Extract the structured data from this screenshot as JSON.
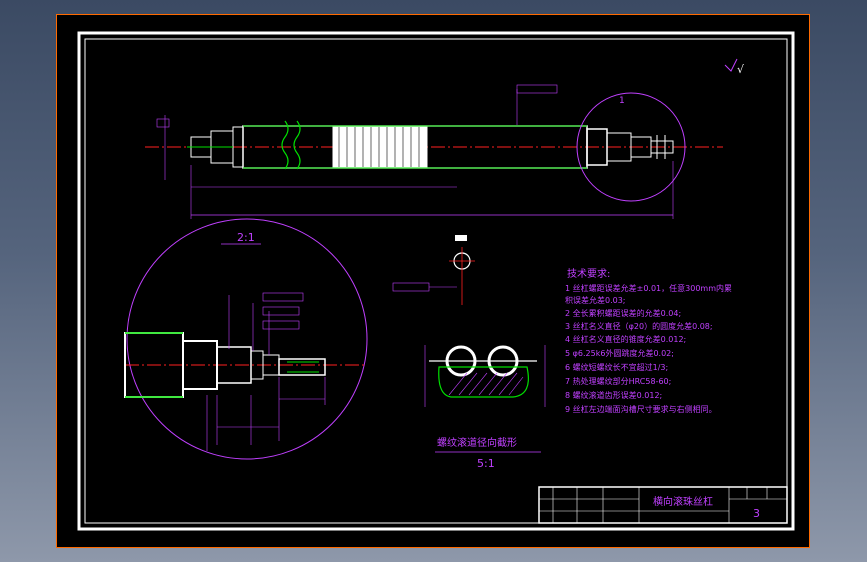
{
  "drawing": {
    "scale_detail_label": "2:1",
    "scale_section_label": "5:1",
    "section_title": "螺纹滚道径向截形",
    "view_marker": "1",
    "roughness_symbol": "√",
    "tech_requirements": {
      "heading": "技术要求:",
      "items": [
        "1  丝杠螺距误差允差±0.01，任意300mm内累",
        "    积误差允差0.03;",
        "2  全长累积螺距误差的允差0.04;",
        "3  丝杠名义直径（φ20）的圆度允差0.08;",
        "4  丝杠名义直径的锥度允差0.012;",
        "5  φ6.25k6外圆跳度允差0.02;",
        "6  螺纹短螺纹长不宜超过1/3;",
        "7  热处理螺纹部分HRC58-60;",
        "8  螺纹滚道齿形误差0.012;",
        "9  丝杠左边端面沟槽尺寸要求与右侧相同。"
      ]
    },
    "title_block": {
      "part_name": "横向滚珠丝杠",
      "sheet_number": "3"
    }
  },
  "colors": {
    "frame": "#ffffff",
    "geometry": "#ffffff",
    "dimension": "#c040ff",
    "centerline": "#ff2020",
    "edge": "#00e000"
  }
}
